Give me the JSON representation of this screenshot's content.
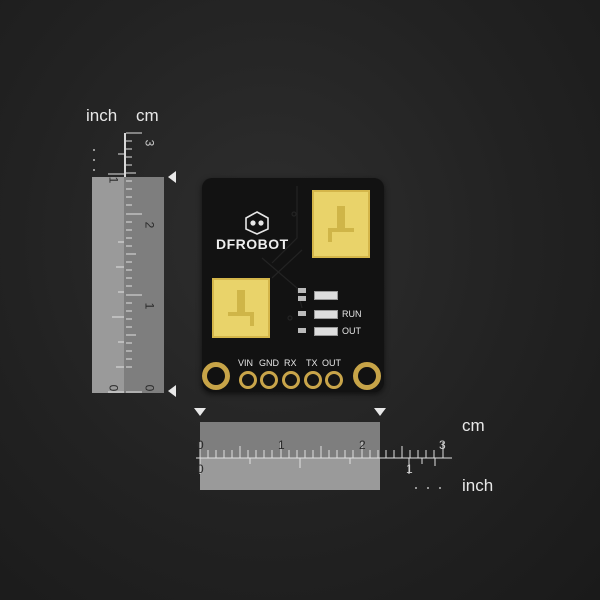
{
  "vertical_ruler": {
    "unit_inch_label": "inch",
    "unit_cm_label": "cm",
    "cm_numbers": [
      "3",
      "2",
      "1",
      "0"
    ],
    "inch_numbers": [
      "1",
      "0"
    ]
  },
  "horizontal_ruler": {
    "unit_cm_label": "cm",
    "unit_inch_label": "inch",
    "cm_numbers": [
      "0",
      "1",
      "2",
      "3"
    ],
    "inch_numbers": [
      "0",
      "1"
    ]
  },
  "board": {
    "logo_text": "DFROBOT",
    "pin_labels": [
      "VIN",
      "GND",
      "RX",
      "TX",
      "OUT"
    ],
    "led_labels": [
      "RUN",
      "OUT"
    ],
    "colors": {
      "pcb": "#121212",
      "pad_gold": "#e9d36a",
      "ring_gold": "#c9a54a"
    }
  }
}
